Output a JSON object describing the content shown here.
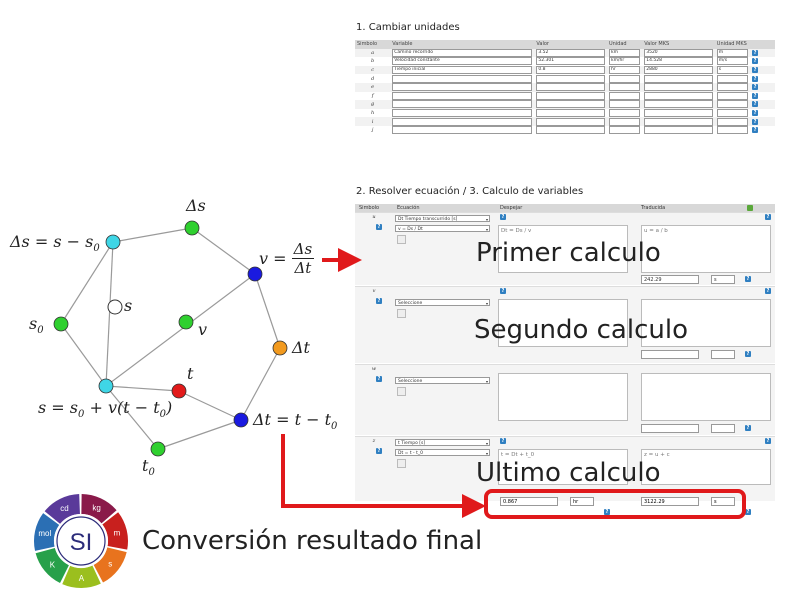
{
  "section1": {
    "title": "1. Cambiar unidades",
    "headers": [
      "Simbolo",
      "Variable",
      "Valor",
      "Unidad",
      "Valor MKS",
      "Unidad MKS"
    ],
    "rows": [
      {
        "sym": "a",
        "variable": "Camino recorrido",
        "valor": "3.52",
        "unidad": "km",
        "mks": "3520",
        "umks": "m"
      },
      {
        "sym": "b",
        "variable": "Velocidad constante",
        "valor": "52.301",
        "unidad": "km/hr",
        "mks": "14.528",
        "umks": "m/s"
      },
      {
        "sym": "c",
        "variable": "Tiempo inicial",
        "valor": "0.8",
        "unidad": "hr",
        "mks": "2880",
        "umks": "s"
      },
      {
        "sym": "d",
        "variable": "",
        "valor": "",
        "unidad": "",
        "mks": "",
        "umks": ""
      },
      {
        "sym": "e",
        "variable": "",
        "valor": "",
        "unidad": "",
        "mks": "",
        "umks": ""
      },
      {
        "sym": "f",
        "variable": "",
        "valor": "",
        "unidad": "",
        "mks": "",
        "umks": ""
      },
      {
        "sym": "g",
        "variable": "",
        "valor": "",
        "unidad": "",
        "mks": "",
        "umks": ""
      },
      {
        "sym": "h",
        "variable": "",
        "valor": "",
        "unidad": "",
        "mks": "",
        "umks": ""
      },
      {
        "sym": "i",
        "variable": "",
        "valor": "",
        "unidad": "",
        "mks": "",
        "umks": ""
      },
      {
        "sym": "j",
        "variable": "",
        "valor": "",
        "unidad": "",
        "mks": "",
        "umks": ""
      }
    ]
  },
  "section2": {
    "title": "2. Resolver ecuación / 3. Calculo de variables",
    "headers": {
      "simbolo": "Simbolo",
      "ecuacion": "Ecuación",
      "despejar": "Despejar",
      "traduccion": "Traducida"
    },
    "blocks": [
      {
        "sym": "u",
        "var_select": "Dt Tiempo transcurrido [s]",
        "eq_select": "v = Ds / Dt",
        "despejar": "Dt = Ds / v",
        "traducida": "u = a / b",
        "value": "242.29",
        "unit": "s"
      },
      {
        "sym": "v",
        "var_select": "",
        "eq_select": "Seleccione",
        "despejar": "",
        "traducida": "",
        "value": "",
        "unit": ""
      },
      {
        "sym": "w",
        "var_select": "",
        "eq_select": "Seleccione",
        "despejar": "",
        "traducida": "",
        "value": "",
        "unit": ""
      },
      {
        "sym": "z",
        "var_select": "t Tiempo [s]",
        "eq_select": "Dt = t - t_0",
        "despejar": "t = Dt + t_0",
        "traducida": "z = u + c",
        "value": "",
        "unit": ""
      }
    ],
    "final": {
      "value1": "0.867",
      "unit1": "hr",
      "value2": "3122.29",
      "unit2": "s"
    }
  },
  "annotations": {
    "primer": "Primer calculo",
    "segundo": "Segundo calculo",
    "ultimo": "Ultimo calculo",
    "conversion": "Conversión resultado final"
  },
  "diagram": {
    "nodes": [
      {
        "label": "Δs"
      },
      {
        "label": "v"
      },
      {
        "label": "Δt"
      },
      {
        "label": "t"
      },
      {
        "label": "s"
      },
      {
        "label": "s0"
      },
      {
        "label": "t0"
      }
    ],
    "formulas": {
      "ds": "Δs = s − s",
      "ds_sub": "0",
      "v_lhs": "v =",
      "v_num": "Δs",
      "v_den": "Δt",
      "s_eq": "s = s",
      "s_sub": "0",
      "s_rest": " + v(t − t",
      "s_sub2": "0",
      "s_end": ")",
      "dt_eq": "Δt = t − t",
      "dt_sub": "0",
      "ds_top": "Δs",
      "s0": "s",
      "s0_sub": "0",
      "t0": "t",
      "t0_sub": "0",
      "s_label": "s",
      "v_label": "v",
      "t_label": "t",
      "dt_label": "Δt"
    }
  },
  "logo": {
    "center": "SI",
    "segments": [
      "kg",
      "m",
      "s",
      "A",
      "K",
      "mol",
      "cd"
    ]
  },
  "colors": {
    "arrow": "#e0191b",
    "node_cyan": "#3fd6e6",
    "node_green": "#2fd02f",
    "node_blue": "#1a1ae0",
    "node_orange": "#f29a1f",
    "node_red": "#e21a1a",
    "help": "#2f7fc1"
  }
}
